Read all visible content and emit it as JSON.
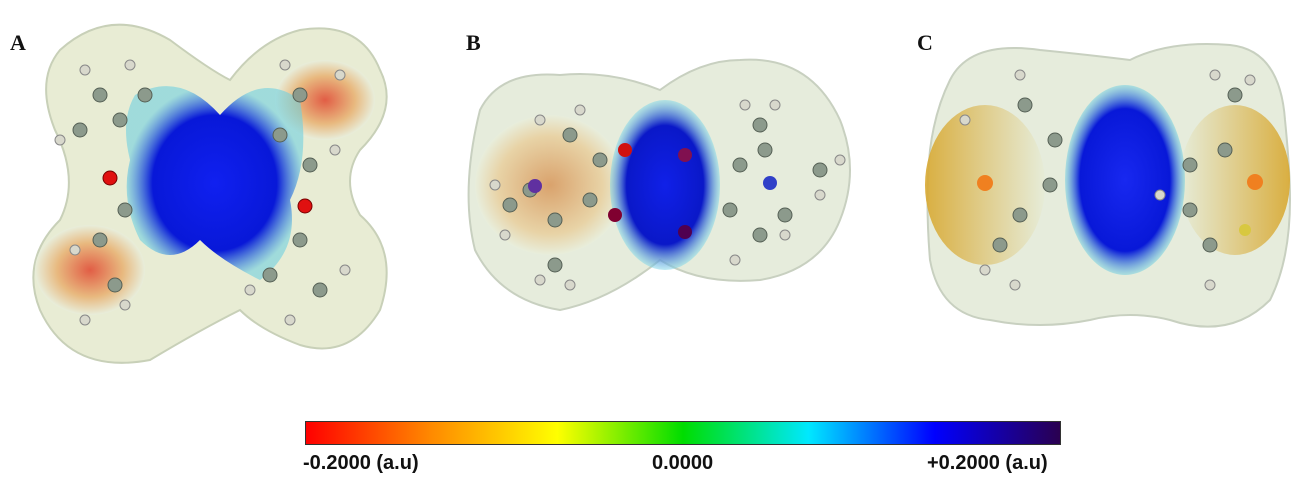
{
  "panels": [
    {
      "label": "A"
    },
    {
      "label": "B"
    },
    {
      "label": "C"
    }
  ],
  "colorbar": {
    "min_label": "-0.2000 (a.u)",
    "mid_label": "0.0000",
    "max_label": "+0.2000 (a.u)",
    "stops": [
      "#ff0000",
      "#ff8a00",
      "#ffff00",
      "#00dd00",
      "#00e8ff",
      "#0000ff",
      "#2a0050"
    ]
  },
  "colors": {
    "negative": "#e0442c",
    "neutral_surface": "#e8eedc",
    "positive": "#0a14e0",
    "atom_carbon": "#8c9a8c",
    "atom_hydrogen": "#d8d8cc",
    "atom_oxygen": "#e01010",
    "atom_nitrogen": "#3040c8"
  }
}
